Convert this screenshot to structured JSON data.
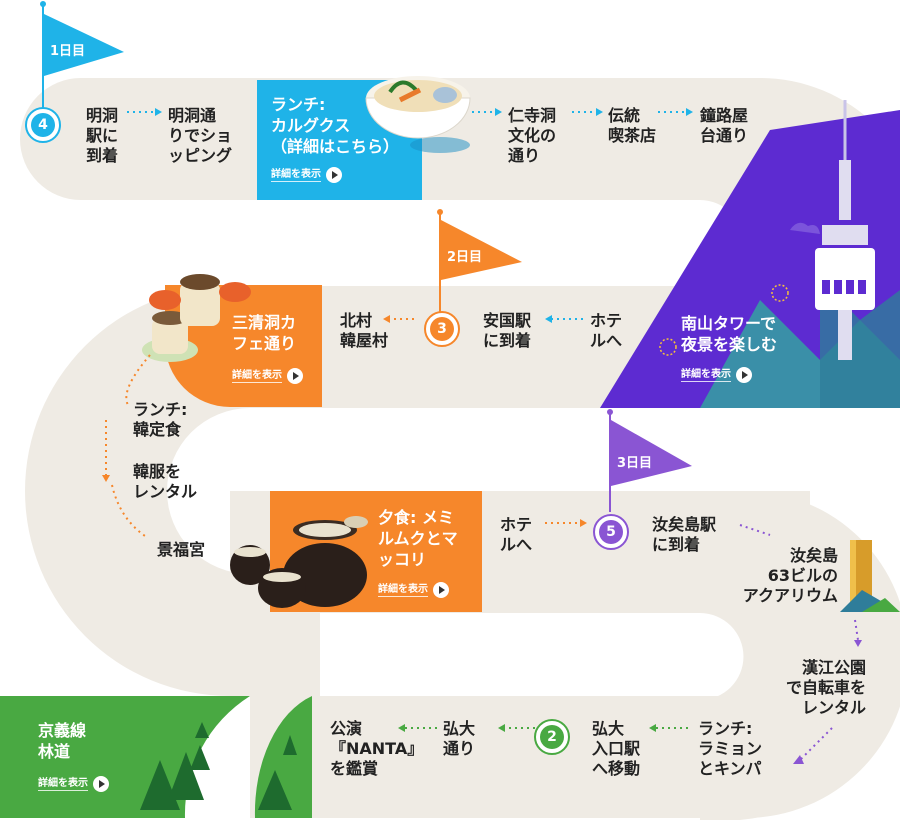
{
  "colors": {
    "road": "#efebe4",
    "day1": "#1fb3e8",
    "day2": "#f6872b",
    "day3": "#8a55d3",
    "park": "#49a942",
    "tower_sky": "#5d2bd1"
  },
  "day1": {
    "flag": "1日目",
    "step_number": "4",
    "stops": [
      "明洞\n駅に\n到着",
      "明洞通\nりでショ\nッピング",
      "仁寺洞\n文化の\n通り",
      "伝統\n喫茶店",
      "鐘路屋\n台通り"
    ],
    "lunch_card": {
      "title": "ランチ:\nカルグクス\n（詳細はこちら）",
      "more": "詳細を表示"
    },
    "tower_card": {
      "title": "南山タワーで\n夜景を楽しむ",
      "more": "詳細を表示"
    }
  },
  "day2": {
    "flag": "2日目",
    "step_number": "3",
    "stops": [
      "ホテ\nルへ",
      "安国駅\nに到着",
      "北村\n韓屋村",
      "ランチ:\n韓定食",
      "韓服を\nレンタル",
      "景福宮"
    ],
    "cafe_card": {
      "title": "三清洞カ\nフェ通り",
      "more": "詳細を表示"
    },
    "dinner_card": {
      "title": "夕食: メミ\nルムクとマ\nッコリ",
      "more": "詳細を表示"
    }
  },
  "day3": {
    "flag": "3日目",
    "step_number": "5",
    "stops": [
      "ホテ\nルへ",
      "汝矣島駅\nに到着",
      "汝矣島\n63ビルの\nアクアリウム",
      "漢江公園\nで自転車を\nレンタル"
    ]
  },
  "day4": {
    "step_number": "2",
    "stops": [
      "ランチ:\nラミョン\nとキンパ",
      "弘大\n入口駅\nへ移動",
      "弘大\n通り",
      "公演\n『NANTA』\nを鑑賞"
    ],
    "park_card": {
      "title": "京義線\n林道",
      "more": "詳細を表示"
    }
  }
}
